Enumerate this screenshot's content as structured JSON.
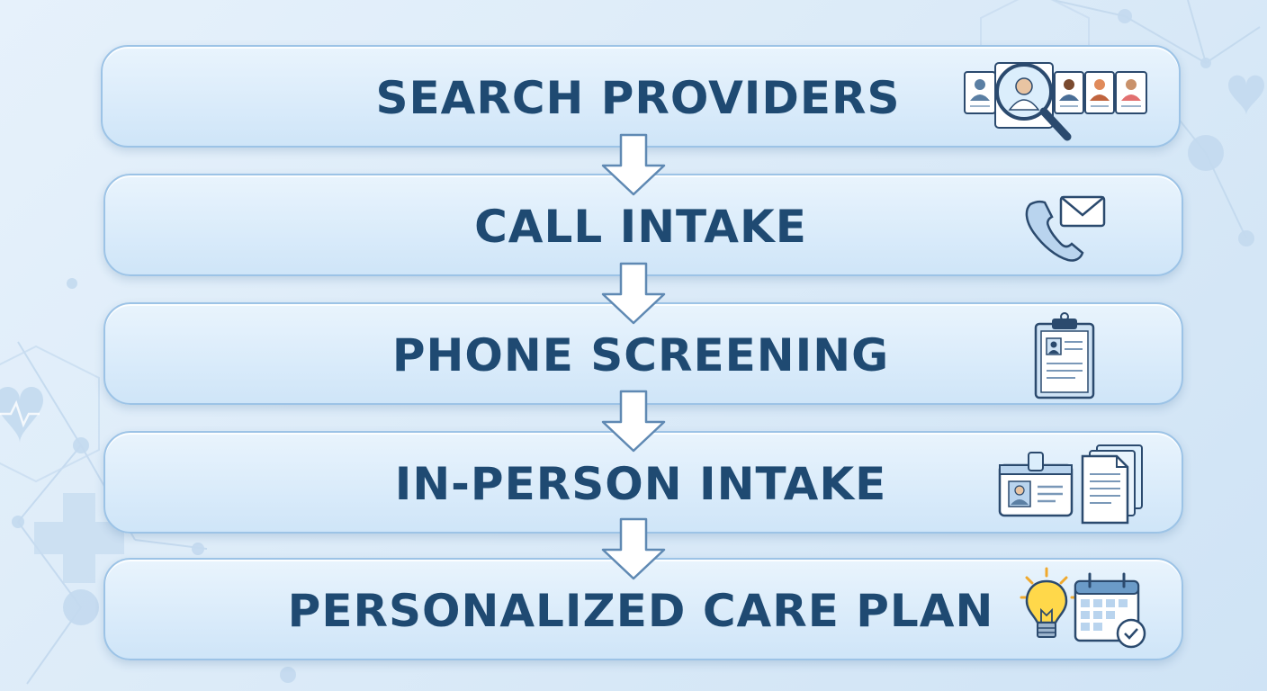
{
  "steps": [
    {
      "label": "SEARCH PROVIDERS",
      "icon": "search-providers-icon"
    },
    {
      "label": "CALL INTAKE",
      "icon": "phone-mail-icon"
    },
    {
      "label": "PHONE SCREENING",
      "icon": "clipboard-icon"
    },
    {
      "label": "IN-PERSON INTAKE",
      "icon": "id-card-documents-icon"
    },
    {
      "label": "PERSONALIZED CARE PLAN",
      "icon": "lightbulb-calendar-icon"
    }
  ],
  "colors": {
    "text": "#1f4a72",
    "box_fill": "#d6e9f9",
    "box_border": "#9cc3e6",
    "icon_stroke": "#2b4a6e",
    "arrow_fill": "#ffffff"
  }
}
